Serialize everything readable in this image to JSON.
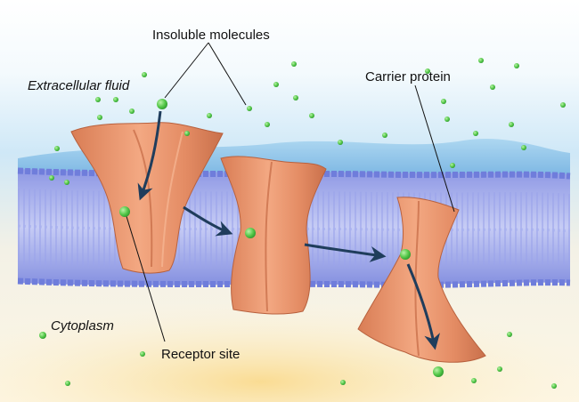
{
  "labels": {
    "insoluble_molecules": "Insoluble molecules",
    "extracellular_fluid": "Extracellular fluid",
    "carrier_protein": "Carrier protein",
    "cytoplasm": "Cytoplasm",
    "receptor_site": "Receptor site"
  },
  "colors": {
    "extracellular_fluid": "#cfe8f7",
    "membrane_surface": "#7fbde6",
    "phospholipid_head": "#7d8be0",
    "lipid_tail": "#b6bff2",
    "cytoplasm": "#fbe7b0",
    "carrier_protein": "#e9936c",
    "molecule": "#55c84a",
    "arrow": "#1f3d5c"
  }
}
